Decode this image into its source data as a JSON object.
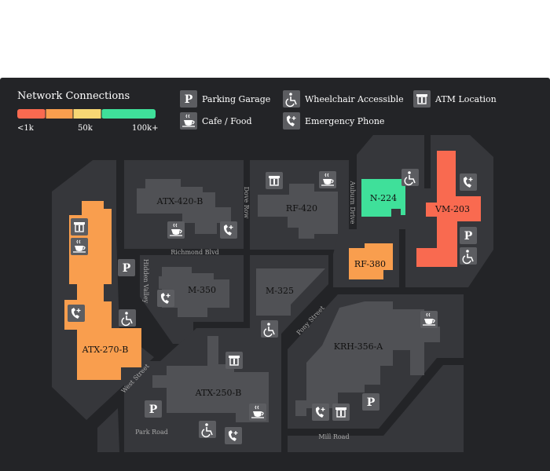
{
  "legend": {
    "title": "Network Connections",
    "scale_labels": [
      "<1k",
      "50k",
      "100k+"
    ],
    "scale_colors": [
      "#f96a50",
      "#f99e4e",
      "#f7d774",
      "#3fe09a"
    ],
    "poi_types": [
      {
        "key": "parking",
        "label": "Parking Garage",
        "icon": "parking-icon"
      },
      {
        "key": "accessible",
        "label": "Wheelchair Accessible",
        "icon": "wheelchair-icon"
      },
      {
        "key": "atm",
        "label": "ATM Location",
        "icon": "atm-icon"
      },
      {
        "key": "cafe",
        "label": "Cafe / Food",
        "icon": "cafe-icon"
      },
      {
        "key": "phone",
        "label": "Emergency Phone",
        "icon": "phone-icon"
      }
    ]
  },
  "colors": {
    "panel": "#232427",
    "block": "#36373b",
    "building_neutral": "#505155",
    "low": "#f96a50",
    "mid": "#f99e4e",
    "high": "#3fe09a"
  },
  "buildings": [
    {
      "id": "ATX-420-B",
      "label": "ATX-420-B"
    },
    {
      "id": "RF-420",
      "label": "RF-420"
    },
    {
      "id": "N-224",
      "label": "N-224"
    },
    {
      "id": "VM-203",
      "label": "VM-203"
    },
    {
      "id": "ATX-270-B",
      "label": "ATX-270-B"
    },
    {
      "id": "M-350",
      "label": "M-350"
    },
    {
      "id": "M-325",
      "label": "M-325"
    },
    {
      "id": "RF-380",
      "label": "RF-380"
    },
    {
      "id": "KRH-356-A",
      "label": "KRH-356-A"
    },
    {
      "id": "ATX-250-B",
      "label": "ATX-250-B"
    }
  ],
  "roads": [
    {
      "id": "richmond",
      "label": "Richmond Blvd"
    },
    {
      "id": "dove",
      "label": "Dove Row"
    },
    {
      "id": "auburn",
      "label": "Auburn Drive"
    },
    {
      "id": "hidden",
      "label": "Hidden Valley"
    },
    {
      "id": "pony",
      "label": "Pony Street"
    },
    {
      "id": "west",
      "label": "West Street"
    },
    {
      "id": "park",
      "label": "Park Road"
    },
    {
      "id": "mill",
      "label": "Mill Road"
    }
  ]
}
